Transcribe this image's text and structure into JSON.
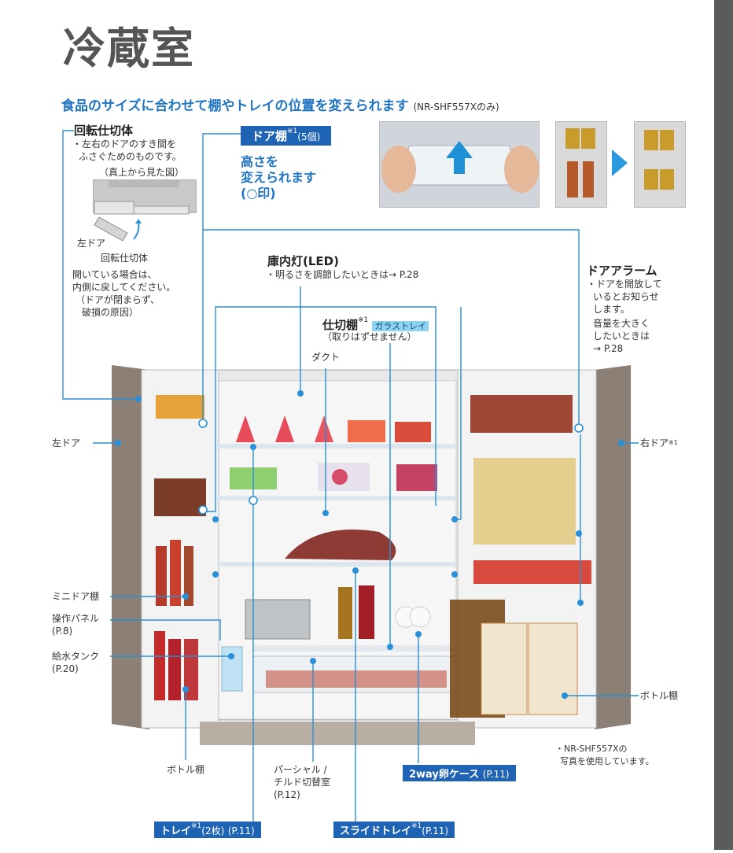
{
  "title": "冷蔵室",
  "subtitle": "食品のサイズに合わせて棚やトレイの位置を変えられます",
  "subtitle_note": "(NR-SHF557Xのみ)",
  "kaiten": {
    "heading": "回転仕切体",
    "desc1": "・左右のドアのすき間を",
    "desc2": "ふさぐためのものです。",
    "topview": "（真上から見た図）",
    "left_door": "左ドア",
    "part": "回転仕切体",
    "note1": "開いている場合は、",
    "note2": "内側に戻してください。",
    "note3": "（ドアが閉まらず、",
    "note4": "破損の原因）"
  },
  "door_shelf": {
    "tag": "ドア棚",
    "tag_sup": "※1",
    "tag_count": "(5個)",
    "line1": "高さを",
    "line2": "変えられます",
    "line3": "(○印)"
  },
  "light": {
    "heading": "庫内灯(LED)",
    "desc": "・明るさを調節したいときは→ P.28"
  },
  "alarm": {
    "heading": "ドアアラーム",
    "l1": "・ドアを開放して",
    "l2": "いるとお知らせ",
    "l3": "します。",
    "l4": "音量を大きく",
    "l5": "したいときは",
    "l6": "→ P.28"
  },
  "partition": {
    "heading": "仕切棚",
    "sup": "※1",
    "badge": "ガラストレイ",
    "sub": "（取りはずせません）"
  },
  "duct": "ダクト",
  "labels": {
    "left_door": "左ドア",
    "right_door": "右ドア",
    "right_door_sup": "※1",
    "mini_shelf": "ミニドア棚",
    "panel1": "操作パネル",
    "panel2": "(P.8)",
    "tank1": "給水タンク",
    "tank2": "(P.20)",
    "bottle_left": "ボトル棚",
    "bottle_right": "ボトル棚",
    "partial1": "パーシャル /",
    "partial2": "チルド切替室",
    "partial3": "(P.12)",
    "photo1": "・NR-SHF557Xの",
    "photo2": "写真を使用しています。"
  },
  "bottom_tags": {
    "egg": {
      "label": "2way卵ケース",
      "page": "(P.11)"
    },
    "tray": {
      "label": "トレイ",
      "sup": "※1",
      "extra": "(2枚)",
      "page": "(P.11)"
    },
    "slide": {
      "label": "スライドトレイ",
      "sup": "※1",
      "page": "(P.11)"
    }
  },
  "colors": {
    "accent": "#1f74c4",
    "tag_bg": "#1f64b4",
    "line": "#2a8fd6",
    "highlight": "#8fd3f2"
  }
}
